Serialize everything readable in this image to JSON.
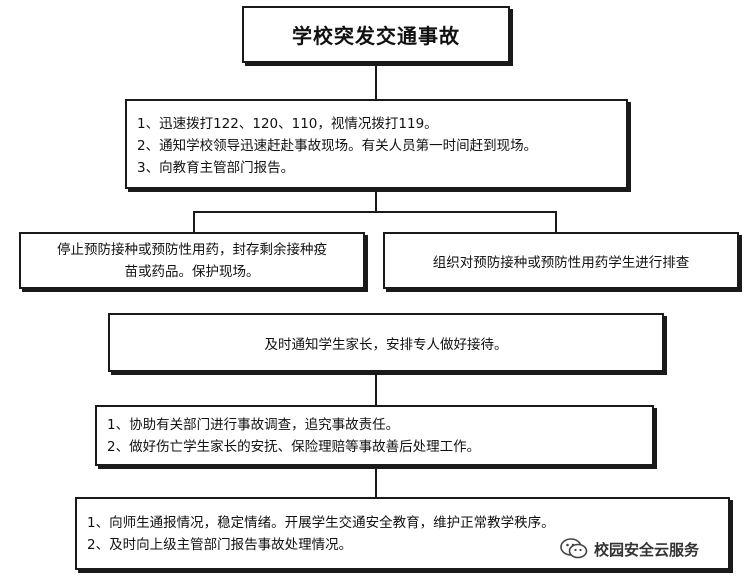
{
  "title": "学校突发交通事故",
  "step1": {
    "lines": [
      "1、迅速拨打122、120、110，视情况拨打119。",
      "2、通知学校领导迅速赶赴事故现场。有关人员第一时间赶到现场。",
      "3、向教育主管部门报告。"
    ]
  },
  "step2_left": {
    "lines": [
      "停止预防接种或预防性用药，封存剩余接种疫",
      "苗或药品。保护现场。"
    ]
  },
  "step2_right": {
    "text": "组织对预防接种或预防性用药学生进行排查"
  },
  "step3": {
    "text": "及时通知学生家长，安排专人做好接待。"
  },
  "step4": {
    "lines": [
      "1、协助有关部门进行事故调查，追究事故责任。",
      "2、做好伤亡学生家长的安抚、保险理赔等事故善后处理工作。"
    ]
  },
  "step5": {
    "lines": [
      "1、向师生通报情况，稳定情绪。开展学生交通安全教育，维护正常教学秩序。",
      "2、及时向上级主管部门报告事故处理情况。"
    ]
  },
  "watermark": {
    "icon": "wechat-icon",
    "text": "校园安全云服务"
  }
}
